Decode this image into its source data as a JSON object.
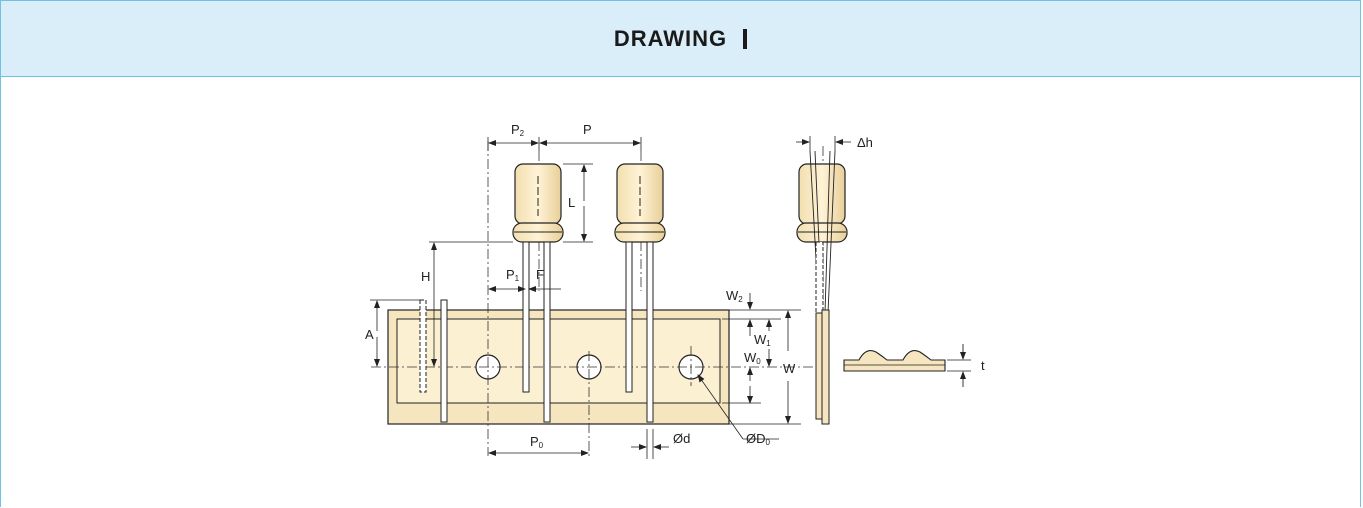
{
  "header": {
    "title": "DRAWING"
  },
  "labels": {
    "p2": "P",
    "p2_sub": "2",
    "p": "P",
    "dh": "Δh",
    "l": "L",
    "h": "H",
    "p1": "P",
    "p1_sub": "1",
    "f": "F",
    "w2": "W",
    "w2_sub": "2",
    "w1": "W",
    "w1_sub": "1",
    "w0": "W",
    "w0_sub": "0",
    "w": "W",
    "a": "A",
    "t": "t",
    "p0": "P",
    "p0_sub": "0",
    "d": "Ød",
    "d0": "ØD",
    "d0_sub": "0"
  }
}
